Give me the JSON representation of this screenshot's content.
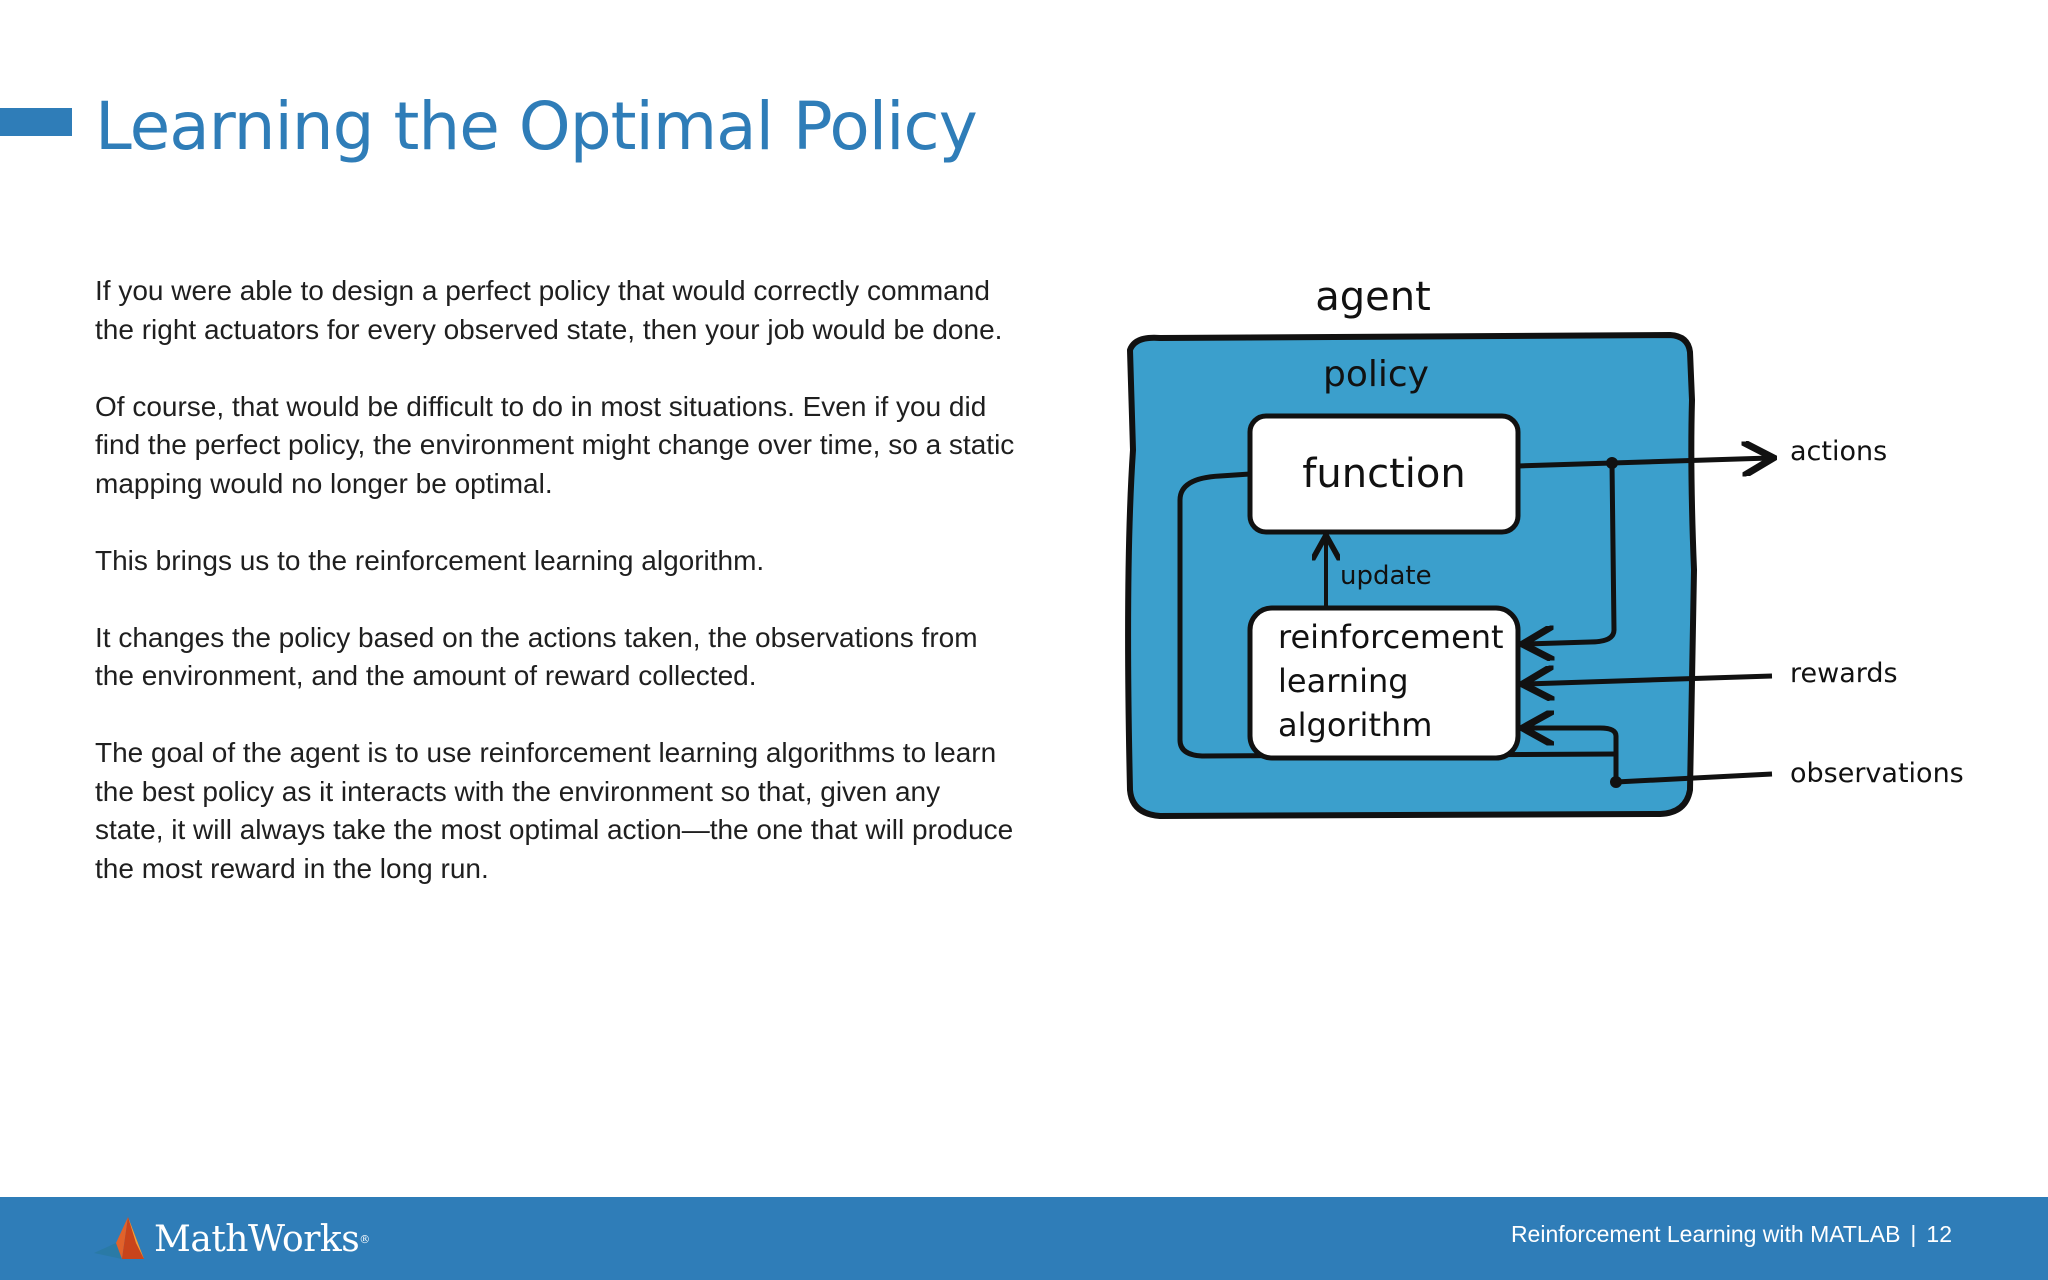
{
  "slide": {
    "title": "Learning the Optimal Policy",
    "paragraphs": [
      "If you were able to design a perfect policy that would correctly command the right actuators for every observed state, then your job would be done.",
      "Of course, that would be difficult to do in most situations. Even if you did find the perfect policy, the environment might change over time,  so a static mapping would no longer be optimal.",
      "This brings us to the reinforcement learning algorithm.",
      "It changes the policy based on the actions taken, the observations from the environment, and the amount of reward collected.",
      "The goal of the agent is to use reinforcement learning algorithms to learn the best policy as it interacts with the environment so that, given any state, it will always take the most optimal action—the one that will produce the most reward in the long run."
    ]
  },
  "diagram": {
    "agent_label": "agent",
    "policy_label": "policy",
    "function_label": "function",
    "update_label": "update",
    "rl_lines": [
      "reinforcement",
      "learning",
      "algorithm"
    ],
    "actions_label": "actions",
    "rewards_label": "rewards",
    "observations_label": "observations",
    "colors": {
      "agent_fill": "#3b9fcc",
      "stroke": "#111111",
      "box_fill": "#ffffff"
    }
  },
  "footer": {
    "brand": "MathWorks",
    "brand_mark": "®",
    "course": "Reinforcement Learning with MATLAB",
    "separator": "|",
    "page_number": "12",
    "bar_color": "#2f7db8"
  }
}
